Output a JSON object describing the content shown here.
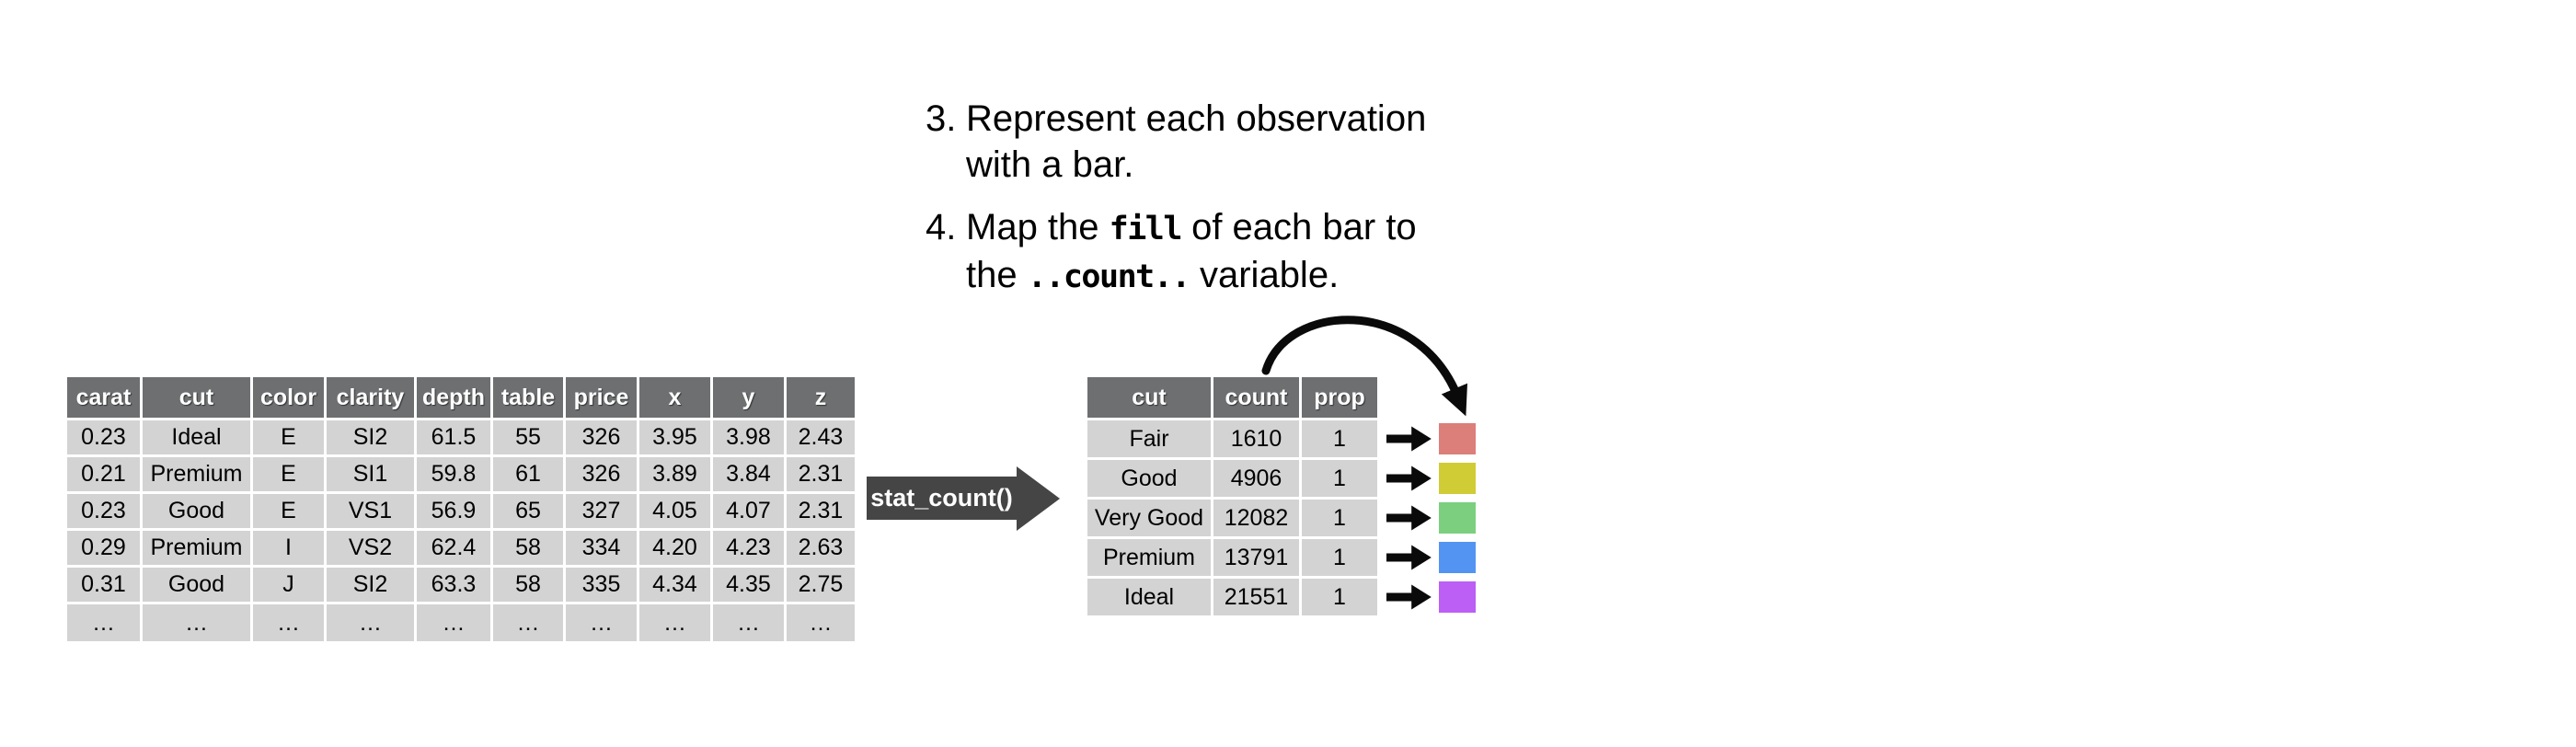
{
  "figure": {
    "description": "stat_count transformation diagram",
    "background": "#ffffff"
  },
  "annotations": {
    "items": [
      {
        "number": "3.",
        "lines": [
          {
            "runs": [
              {
                "text": "Represent each observation",
                "mono": false
              }
            ]
          },
          {
            "runs": [
              {
                "text": "with a bar.",
                "mono": false
              }
            ]
          }
        ]
      },
      {
        "number": "4.",
        "lines": [
          {
            "runs": [
              {
                "text": "Map the ",
                "mono": false
              },
              {
                "text": "fill",
                "mono": true
              },
              {
                "text": " of each bar to",
                "mono": false
              }
            ]
          },
          {
            "runs": [
              {
                "text": "the ",
                "mono": false
              },
              {
                "text": "..count..",
                "mono": true
              },
              {
                "text": " variable.",
                "mono": false
              }
            ]
          }
        ]
      }
    ]
  },
  "diamonds_table": {
    "columns": [
      "carat",
      "cut",
      "color",
      "clarity",
      "depth",
      "table",
      "price",
      "x",
      "y",
      "z"
    ],
    "rows": [
      [
        "0.23",
        "Ideal",
        "E",
        "SI2",
        "61.5",
        "55",
        "326",
        "3.95",
        "3.98",
        "2.43"
      ],
      [
        "0.21",
        "Premium",
        "E",
        "SI1",
        "59.8",
        "61",
        "326",
        "3.89",
        "3.84",
        "2.31"
      ],
      [
        "0.23",
        "Good",
        "E",
        "VS1",
        "56.9",
        "65",
        "327",
        "4.05",
        "4.07",
        "2.31"
      ],
      [
        "0.29",
        "Premium",
        "I",
        "VS2",
        "62.4",
        "58",
        "334",
        "4.20",
        "4.23",
        "2.63"
      ],
      [
        "0.31",
        "Good",
        "J",
        "SI2",
        "63.3",
        "58",
        "335",
        "4.34",
        "4.35",
        "2.75"
      ],
      [
        "…",
        "…",
        "…",
        "…",
        "…",
        "…",
        "…",
        "…",
        "…",
        "…"
      ]
    ]
  },
  "transform_arrow": {
    "label": "stat_count()"
  },
  "summary_table": {
    "columns": [
      "cut",
      "count",
      "prop"
    ],
    "rows": [
      [
        "Fair",
        "1610",
        "1"
      ],
      [
        "Good",
        "4906",
        "1"
      ],
      [
        "Very Good",
        "12082",
        "1"
      ],
      [
        "Premium",
        "13791",
        "1"
      ],
      [
        "Ideal",
        "21551",
        "1"
      ]
    ]
  },
  "swatches": {
    "colors": [
      "#dc7e7a",
      "#d0cc35",
      "#7ccf7e",
      "#5394f2",
      "#bc5ff5"
    ],
    "labels": [
      "fair-fill",
      "good-fill",
      "very-good-fill",
      "premium-fill",
      "ideal-fill"
    ]
  },
  "colors": {
    "table_header_bg": "#6d6f71",
    "table_cell_bg": "#d3d3d4",
    "stat_arrow_bg": "#454545",
    "arrow_black": "#0a0a0a",
    "text": "#000000"
  }
}
